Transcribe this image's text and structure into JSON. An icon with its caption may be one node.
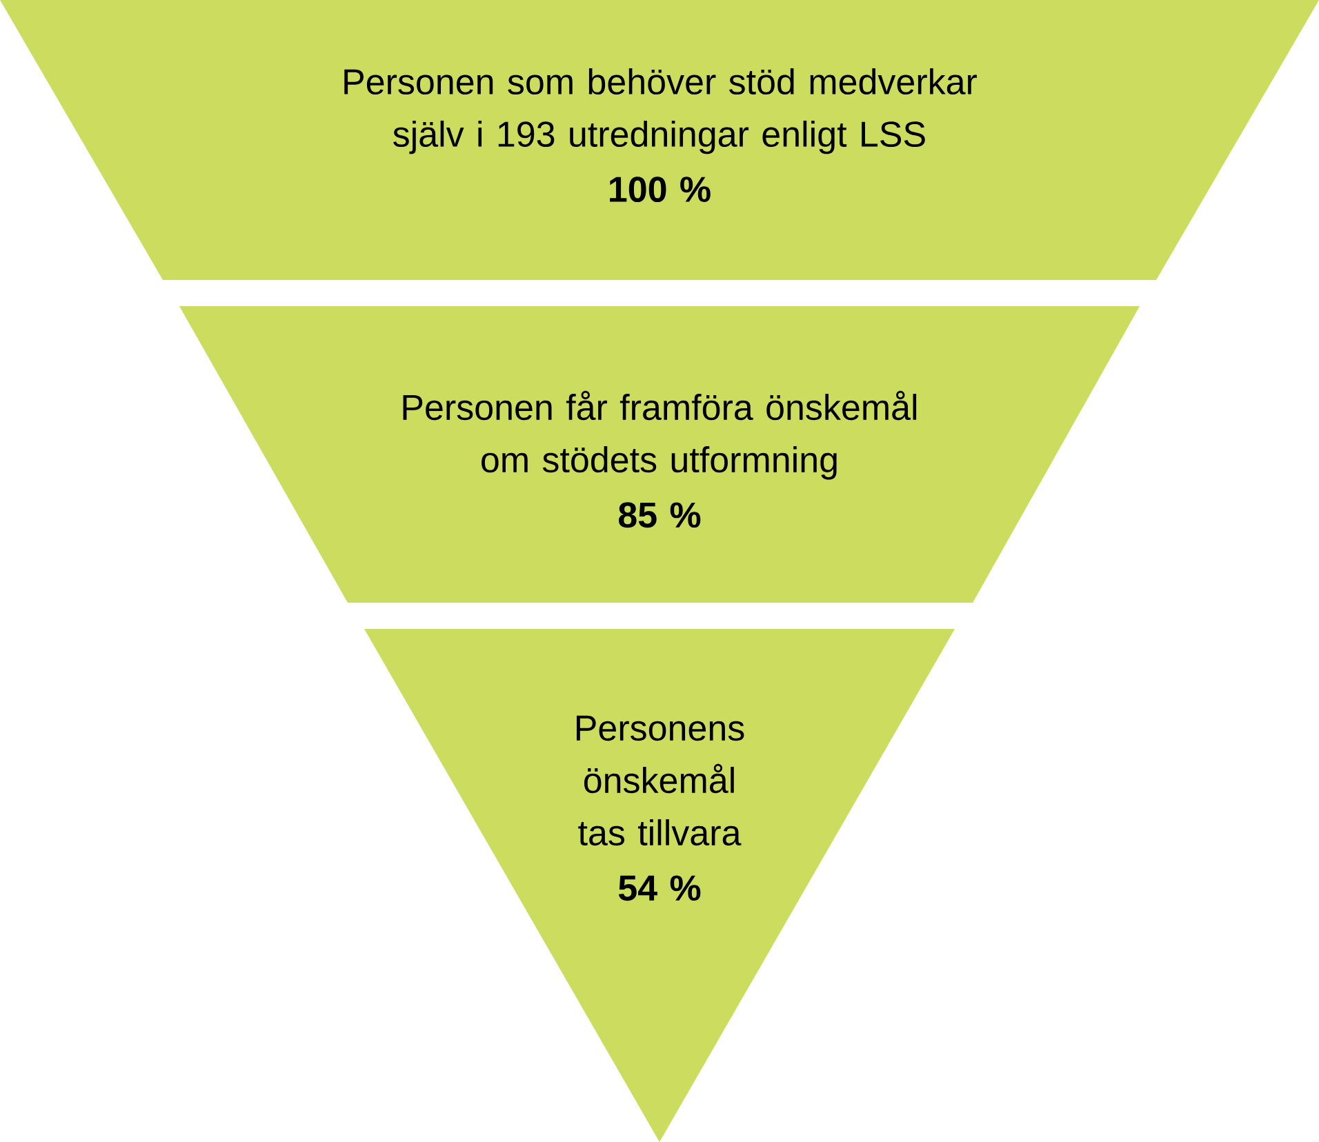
{
  "diagram": {
    "nodes": [
      {
        "text": [
          "Personen som behöver stöd medverkar själv i 193 utredningar enligt LSS",
          "100 %"
        ]
      },
      {
        "text": [
          "Personen får framföra önskemål om stödets utformning",
          "85 %"
        ]
      },
      {
        "text": [
          "Personens önskemål tas tillvara",
          "54 %"
        ]
      }
    ]
  }
}
